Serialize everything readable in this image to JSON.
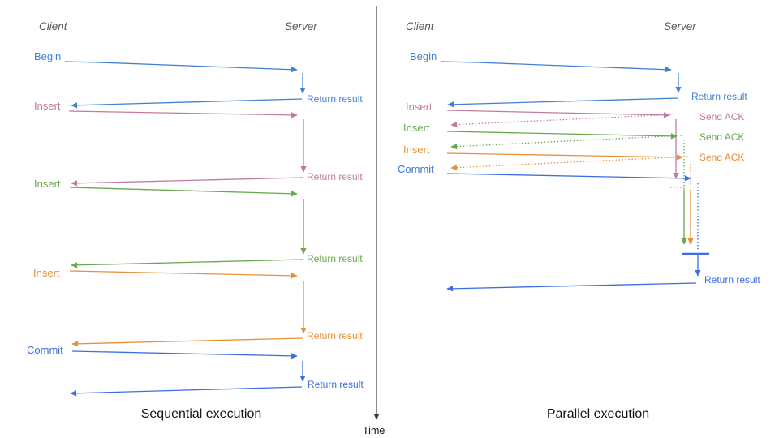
{
  "diagram": "client-server sequence diagram comparing sequential vs parallel execution",
  "colors": {
    "begin_blue": "#4181d2",
    "commit_blue": "#3d6ee0",
    "insert_pink": "#c27ba0",
    "insert_green": "#6aa84f",
    "insert_orange": "#e69138",
    "header_grey": "#595959",
    "time_axis": "#3d3d3d"
  },
  "time_axis": {
    "label": "Time"
  },
  "left_panel": {
    "title": "Sequential execution",
    "client_header": "Client",
    "server_header": "Server",
    "messages": [
      {
        "label": "Begin",
        "response": "Return result",
        "color": "#4181d2",
        "style": "solid"
      },
      {
        "label": "Insert",
        "response": "Return result",
        "color": "#c27ba0",
        "style": "solid"
      },
      {
        "label": "Insert",
        "response": "Return result",
        "color": "#6aa84f",
        "style": "solid"
      },
      {
        "label": "Insert",
        "response": "Return result",
        "color": "#e69138",
        "style": "solid"
      },
      {
        "label": "Commit",
        "response": "Return result",
        "color": "#3d6ee0",
        "style": "solid"
      }
    ]
  },
  "right_panel": {
    "title": "Parallel execution",
    "client_header": "Client",
    "server_header": "Server",
    "messages": [
      {
        "label": "Begin",
        "response": "Return result",
        "color": "#4181d2",
        "style": "solid request, solid response"
      },
      {
        "label": "Insert",
        "response": "Send ACK",
        "color": "#c27ba0",
        "style": "solid request, dashed ack"
      },
      {
        "label": "Insert",
        "response": "Send ACK",
        "color": "#6aa84f",
        "style": "solid request, dashed ack"
      },
      {
        "label": "Insert",
        "response": "Send ACK",
        "color": "#e69138",
        "style": "solid request, dashed ack"
      },
      {
        "label": "Commit",
        "response": "Return result",
        "color": "#3d6ee0",
        "style": "solid request, waits on sync bar, solid response"
      }
    ]
  }
}
